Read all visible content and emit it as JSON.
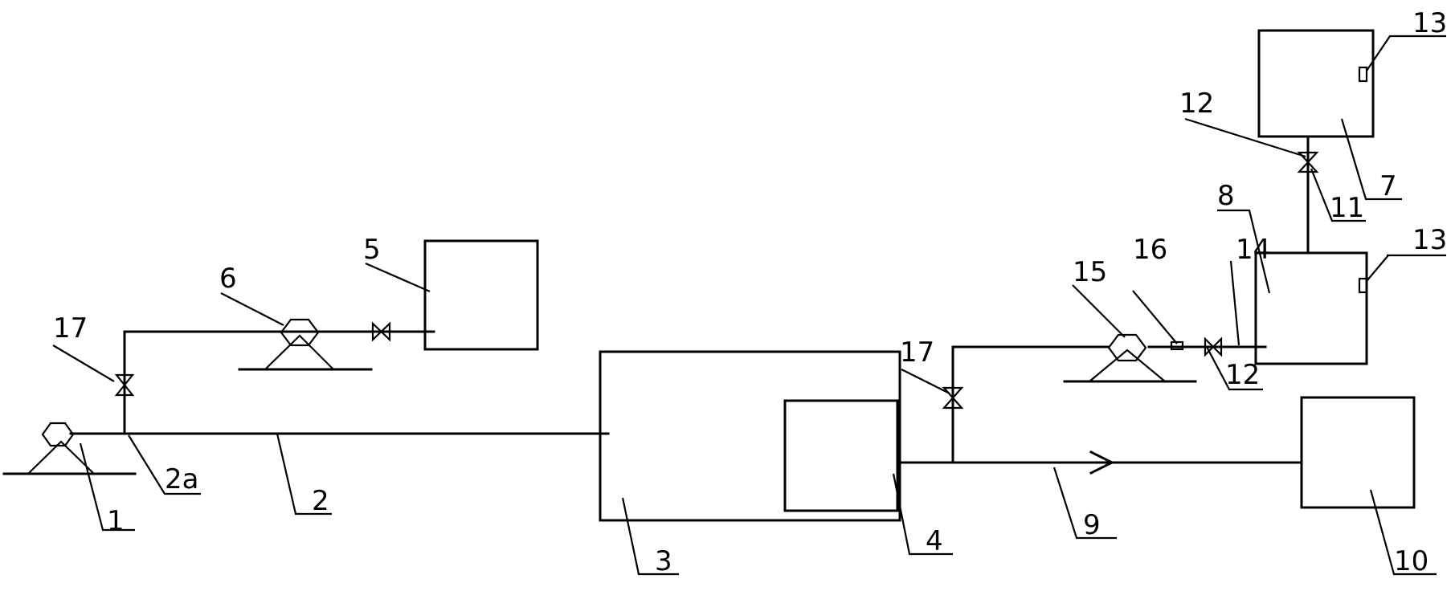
{
  "labels": {
    "l1": "1",
    "l2": "2",
    "l2a": "2a",
    "l3": "3",
    "l4": "4",
    "l5": "5",
    "l6": "6",
    "l7": "7",
    "l8": "8",
    "l9": "9",
    "l10": "10",
    "l11": "11",
    "l12a": "12",
    "l12b": "12",
    "l13a": "13",
    "l13b": "13",
    "l14": "14",
    "l15": "15",
    "l16": "16",
    "l17a": "17",
    "l17b": "17"
  }
}
